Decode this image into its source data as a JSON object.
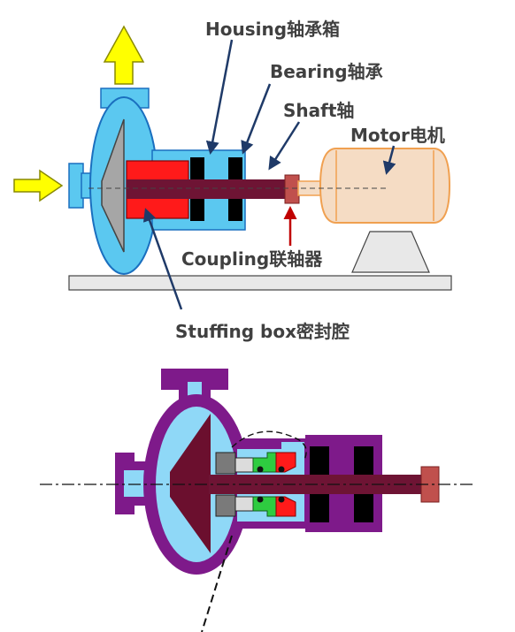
{
  "top_diagram": {
    "labels": {
      "housing": "Housing轴承箱",
      "bearing": "Bearing轴承",
      "shaft": "Shaft轴",
      "motor": "Motor电机",
      "coupling": "Coupling联轴器",
      "stuffing_box": "Stuffing box密封腔"
    }
  },
  "colors": {
    "pump_blue": "#5bc8f0",
    "outline_blue": "#1a6fbf",
    "impeller_gray": "#a6a6a6",
    "packing_red": "#ff1a1a",
    "shaft_maroon": "#6e1434",
    "motor_beige": "#f5dcc4",
    "motor_outline": "#f0a050",
    "arrow_yellow": "#ffff00",
    "arrow_navy": "#1f3a68",
    "casing_purple": "#7e1a8a",
    "inner_light_blue": "#8fd8f7",
    "impeller_maroon": "#6b0f2e",
    "seal_green": "#2ecc40",
    "coupling_red": "#c0504d"
  }
}
